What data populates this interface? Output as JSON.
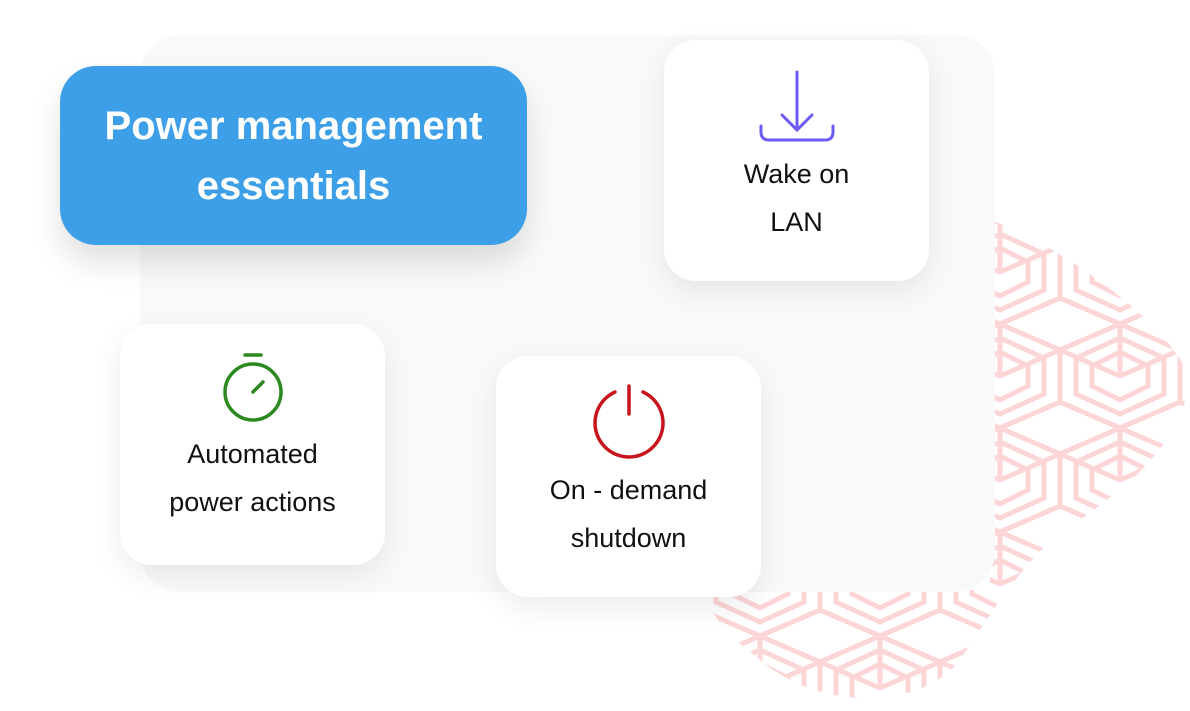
{
  "title": {
    "line1": "Power management",
    "line2": "essentials"
  },
  "cards": [
    {
      "icon": "download-icon",
      "line1": "Wake on",
      "line2": "LAN",
      "color": "#6c5cf5"
    },
    {
      "icon": "stopwatch-icon",
      "line1": "Automated",
      "line2": "power actions",
      "color": "#2a8a1e"
    },
    {
      "icon": "power-icon",
      "line1": "On - demand",
      "line2": "shutdown",
      "color": "#c8141c"
    }
  ],
  "colors": {
    "title_bg": "#3c9fe8",
    "pattern": "#fcd9d9"
  }
}
